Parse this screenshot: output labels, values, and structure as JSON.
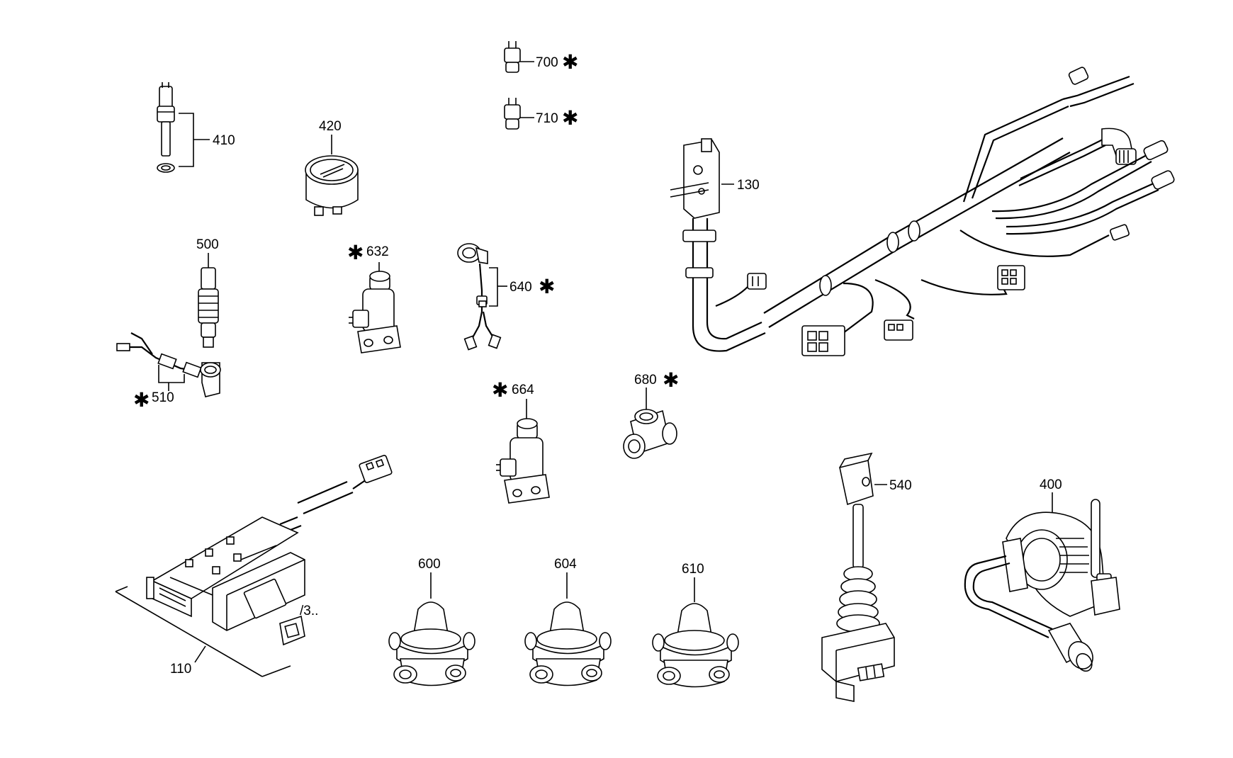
{
  "labels": {
    "l410": "410",
    "l420": "420",
    "l700": "700",
    "l710": "710",
    "l130": "130",
    "l500": "500",
    "l632": "632",
    "l640": "640",
    "l510": "510",
    "l664": "664",
    "l680": "680",
    "l540": "540",
    "l400": "400",
    "l600": "600",
    "l604": "604",
    "l610": "610",
    "l110": "110",
    "l3": "/3.."
  },
  "star": "✱"
}
